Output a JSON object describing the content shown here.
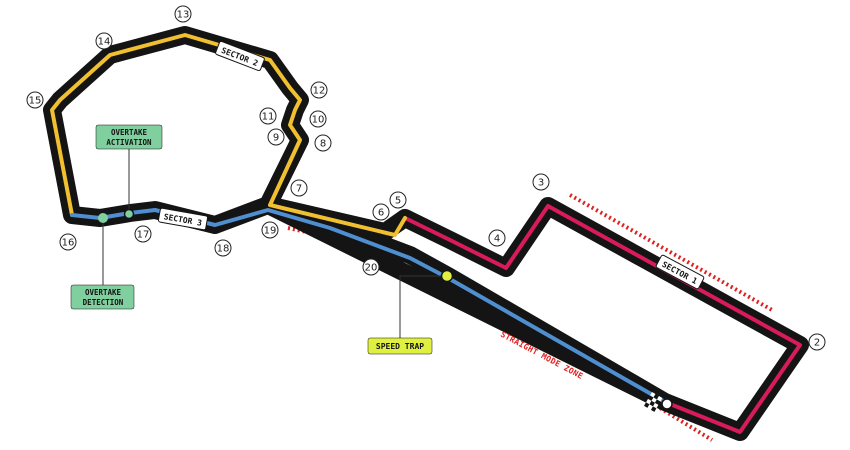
{
  "colors": {
    "track": "#141414",
    "sector1": "#d81b5a",
    "sector2": "#f0c030",
    "sector3": "#4f8fd0",
    "drs": "#e0201e",
    "overtake": "#7fcf9f",
    "speed_trap": "#e0f040",
    "text_dark": "#141414",
    "label_text_drs": "#e0201e"
  },
  "sectors": [
    {
      "label": "SECTOR 1"
    },
    {
      "label": "SECTOR 2"
    },
    {
      "label": "SECTOR 3"
    }
  ],
  "turns": [
    "2",
    "3",
    "4",
    "5",
    "6",
    "7",
    "8",
    "9",
    "10",
    "11",
    "12",
    "13",
    "14",
    "15",
    "16",
    "17",
    "18",
    "19",
    "20"
  ],
  "callouts": {
    "overtake_activation": {
      "line1": "OVERTAKE",
      "line2": "ACTIVATION"
    },
    "overtake_detection": {
      "line1": "OVERTAKE",
      "line2": "DETECTION"
    },
    "speed_trap": "SPEED TRAP",
    "straight_mode_zone": "STRAIGHT MODE ZONE"
  },
  "icons": [
    "checkered-flag-icon"
  ]
}
